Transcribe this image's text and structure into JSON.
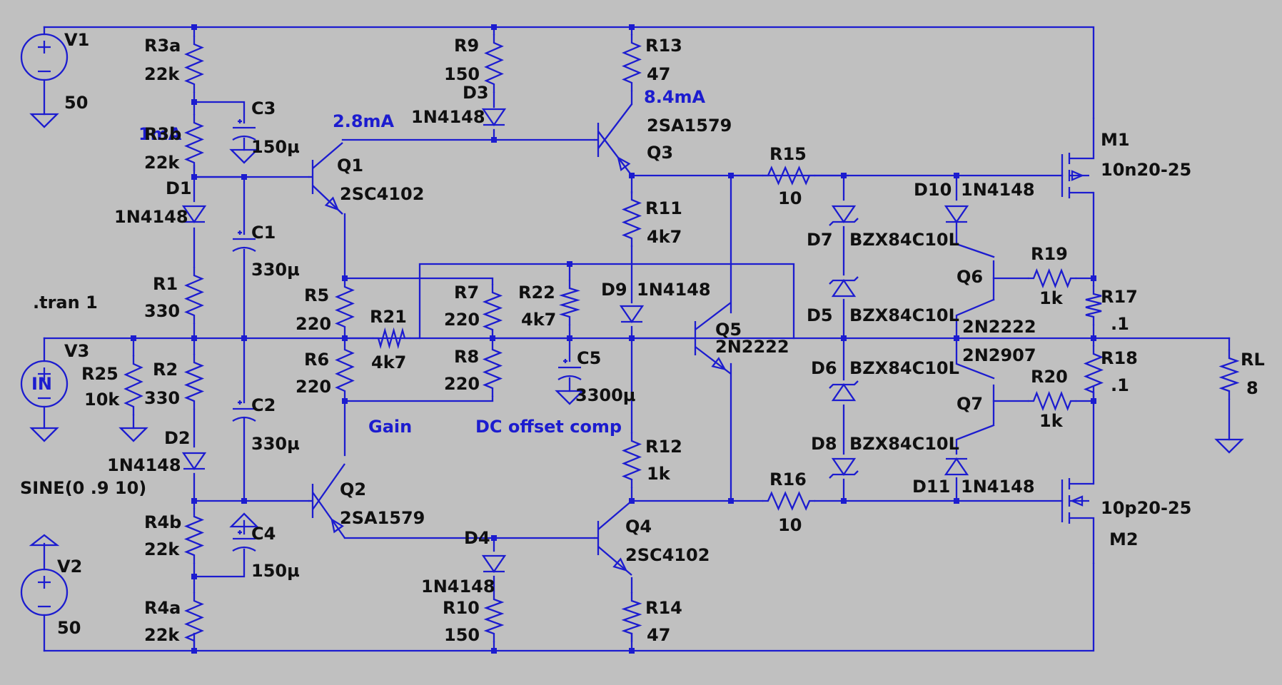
{
  "schematic": {
    "sim_directive": ".tran 1",
    "sources": {
      "V1": {
        "name": "V1",
        "value": "50"
      },
      "V2": {
        "name": "V2",
        "value": "50"
      },
      "V3": {
        "name": "V3",
        "value": "SINE(0 .9 10)",
        "symbol_text": "IN"
      }
    },
    "resistors": {
      "R3a": {
        "name": "R3a",
        "value": "22k"
      },
      "R3b": {
        "name": "R3b",
        "value": "22k"
      },
      "R1": {
        "name": "R1",
        "value": "330"
      },
      "R2": {
        "name": "R2",
        "value": "330"
      },
      "R4b": {
        "name": "R4b",
        "value": "22k"
      },
      "R4a": {
        "name": "R4a",
        "value": "22k"
      },
      "R25": {
        "name": "R25",
        "value": "10k"
      },
      "R5": {
        "name": "R5",
        "value": "220"
      },
      "R6": {
        "name": "R6",
        "value": "220"
      },
      "R21": {
        "name": "R21",
        "value": "4k7"
      },
      "R7": {
        "name": "R7",
        "value": "220"
      },
      "R8": {
        "name": "R8",
        "value": "220"
      },
      "R22": {
        "name": "R22",
        "value": "4k7"
      },
      "R9": {
        "name": "R9",
        "value": "150"
      },
      "R10": {
        "name": "R10",
        "value": "150"
      },
      "R13": {
        "name": "R13",
        "value": "47"
      },
      "R14": {
        "name": "R14",
        "value": "47"
      },
      "R11": {
        "name": "R11",
        "value": "4k7"
      },
      "R12": {
        "name": "R12",
        "value": "1k"
      },
      "R15": {
        "name": "R15",
        "value": "10"
      },
      "R16": {
        "name": "R16",
        "value": "10"
      },
      "R17": {
        "name": "R17",
        "value": ".1"
      },
      "R18": {
        "name": "R18",
        "value": ".1"
      },
      "R19": {
        "name": "R19",
        "value": "1k"
      },
      "R20": {
        "name": "R20",
        "value": "1k"
      },
      "RL": {
        "name": "RL",
        "value": "8"
      }
    },
    "capacitors": {
      "C1": {
        "name": "C1",
        "value": "330µ"
      },
      "C2": {
        "name": "C2",
        "value": "330µ"
      },
      "C3": {
        "name": "C3",
        "value": "150µ"
      },
      "C4": {
        "name": "C4",
        "value": "150µ"
      },
      "C5": {
        "name": "C5",
        "value": "3300µ"
      }
    },
    "diodes": {
      "D1": {
        "name": "D1",
        "value": "1N4148"
      },
      "D2": {
        "name": "D2",
        "value": "1N4148"
      },
      "D3": {
        "name": "D3",
        "value": "1N4148"
      },
      "D4": {
        "name": "D4",
        "value": "1N4148"
      },
      "D9": {
        "name": "D9",
        "value": "1N4148"
      },
      "D10": {
        "name": "D10",
        "value": "1N4148"
      },
      "D11": {
        "name": "D11",
        "value": "1N4148"
      },
      "D5": {
        "name": "D5",
        "value": "BZX84C10L"
      },
      "D6": {
        "name": "D6",
        "value": "BZX84C10L"
      },
      "D7": {
        "name": "D7",
        "value": "BZX84C10L"
      },
      "D8": {
        "name": "D8",
        "value": "BZX84C10L"
      }
    },
    "transistors": {
      "Q1": {
        "name": "Q1",
        "value": "2SC4102"
      },
      "Q2": {
        "name": "Q2",
        "value": "2SA1579"
      },
      "Q3": {
        "name": "Q3",
        "value": "2SA1579"
      },
      "Q4": {
        "name": "Q4",
        "value": "2SC4102"
      },
      "Q5": {
        "name": "Q5",
        "value": "2N2222"
      },
      "Q6": {
        "name": "Q6",
        "value": "2N2222"
      },
      "Q7": {
        "name": "Q7",
        "value": "2N2907"
      },
      "M1": {
        "name": "M1",
        "value": "10n20-25"
      },
      "M2": {
        "name": "M2",
        "value": "10p20-25"
      }
    },
    "annotations": {
      "i_1mA": "1mA",
      "i_2_8mA": "2.8mA",
      "i_8_4mA": "8.4mA",
      "gain": "Gain",
      "dc_offset": "DC offset comp"
    },
    "colors": {
      "background": "#c0c0c0",
      "wire": "#1c1ccf",
      "label": "#101010",
      "annotation": "#1c1ccf"
    }
  }
}
